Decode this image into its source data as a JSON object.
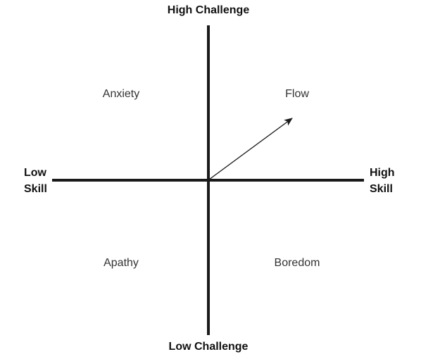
{
  "axes": {
    "top": "High Challenge",
    "bottom": "Low Challenge",
    "left": [
      "Low",
      "Skill"
    ],
    "right": [
      "High",
      "Skill"
    ]
  },
  "quadrants": {
    "top_left": "Anxiety",
    "top_right": "Flow",
    "bottom_left": "Apathy",
    "bottom_right": "Boredom"
  },
  "colors": {
    "axis": "#1a1a1a",
    "arrow": "#1a1a1a",
    "text": "#222222"
  }
}
